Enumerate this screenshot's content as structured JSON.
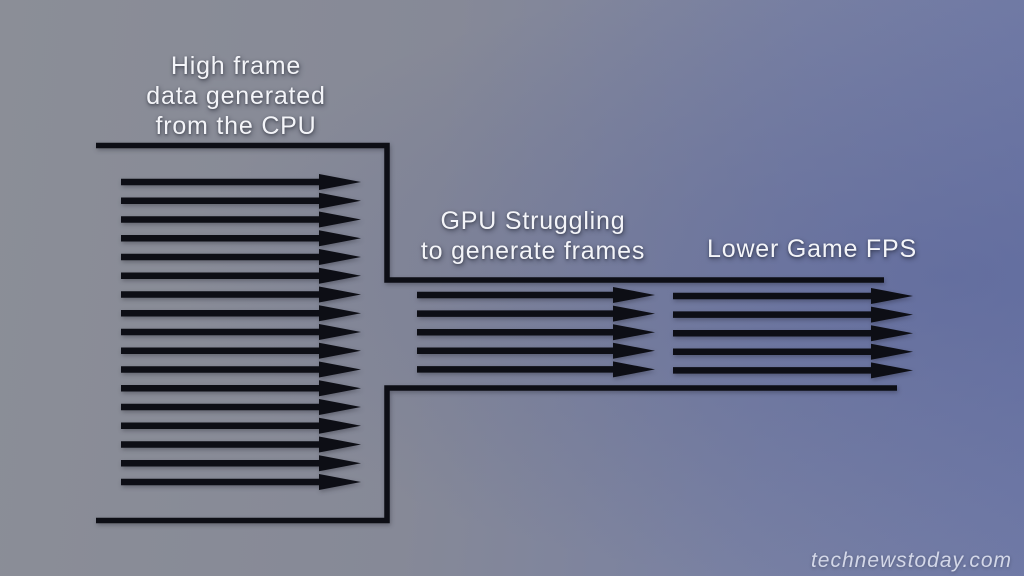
{
  "diagram": {
    "labels": {
      "cpu": {
        "text": "High frame\ndata generated\nfrom the CPU"
      },
      "gpu": {
        "text": "GPU Struggling\nto generate frames"
      },
      "fps": {
        "text": "Lower Game FPS"
      }
    },
    "sections": [
      {
        "id": "cpu-frame-stream",
        "label": "High frame data generated from the CPU",
        "arrow_count": 17
      },
      {
        "id": "gpu-frame-stream",
        "label": "GPU Struggling to generate frames",
        "arrow_count": 5
      },
      {
        "id": "fps-output-stream",
        "label": "Lower Game FPS",
        "arrow_count": 5
      }
    ],
    "colors": {
      "ink": "#0d0e15",
      "background_left": "#8b8e97",
      "background_right": "#707aa6",
      "label_text": "#f4f5f9"
    }
  },
  "watermark": {
    "text": "technewstoday.com"
  }
}
